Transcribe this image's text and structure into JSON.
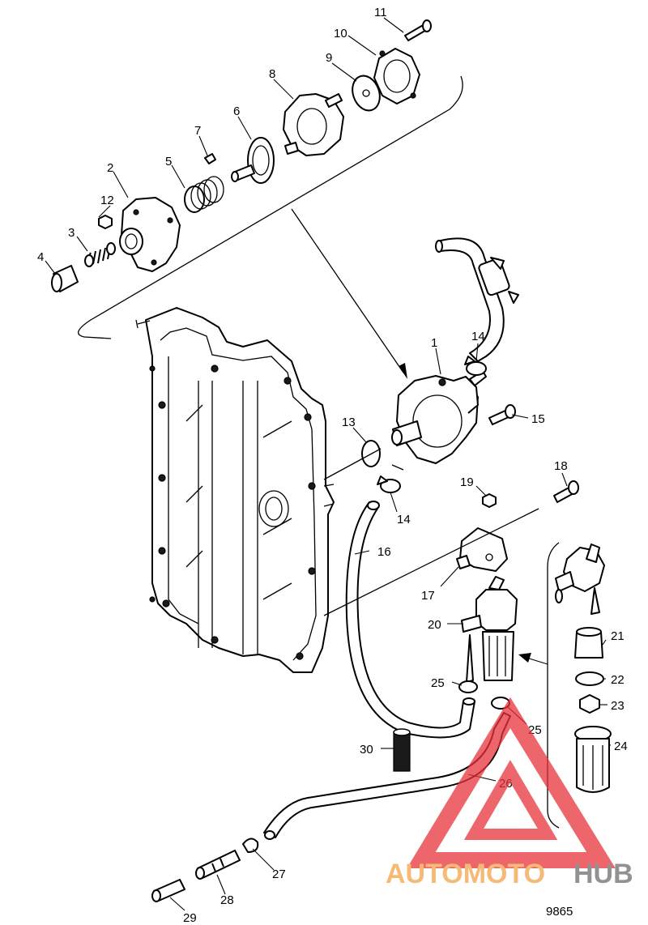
{
  "figure_number": "9865",
  "watermark": {
    "part1": "AUTOMOTO",
    "part2": "HUB",
    "color_triangle": "#e8333a",
    "color_auto": "#f4a34a",
    "color_hub": "#6e6e6e"
  },
  "callouts": {
    "c1": "1",
    "c2": "2",
    "c3": "3",
    "c4": "4",
    "c5": "5",
    "c6": "6",
    "c7": "7",
    "c8": "8",
    "c9": "9",
    "c10": "10",
    "c11": "11",
    "c12": "12",
    "c13": "13",
    "c14a": "14",
    "c14b": "14",
    "c15": "15",
    "c16": "16",
    "c17": "17",
    "c18": "18",
    "c19": "19",
    "c20": "20",
    "c21": "21",
    "c22": "22",
    "c23": "23",
    "c24": "24",
    "c25a": "25",
    "c25b": "25",
    "c26": "26",
    "c27": "27",
    "c28": "28",
    "c29": "29",
    "c30": "30"
  }
}
